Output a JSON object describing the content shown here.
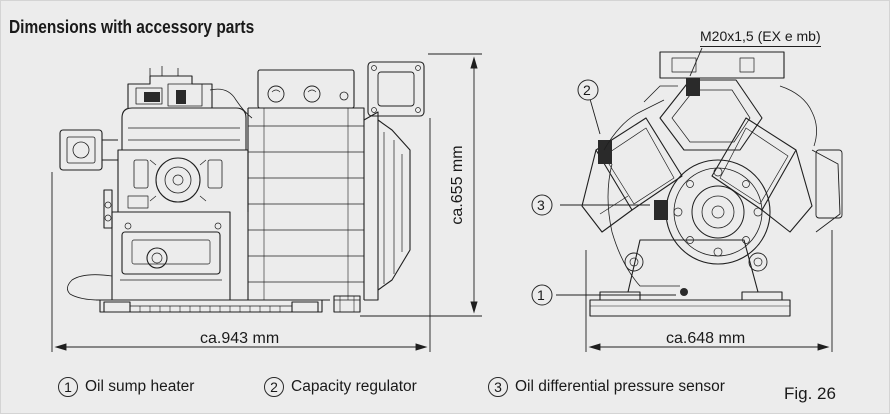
{
  "title": "Dimensions with accessory parts",
  "dimensions": {
    "height": "ca.655 mm",
    "length": "ca.943 mm",
    "width": "ca.648 mm"
  },
  "callouts": {
    "cable_gland": "M20x1,5 (EX e mb)"
  },
  "legend": [
    {
      "number": "1",
      "label": "Oil sump heater"
    },
    {
      "number": "2",
      "label": "Capacity regulator"
    },
    {
      "number": "3",
      "label": "Oil differential pressure sensor"
    }
  ],
  "figure_label": "Fig. 26"
}
